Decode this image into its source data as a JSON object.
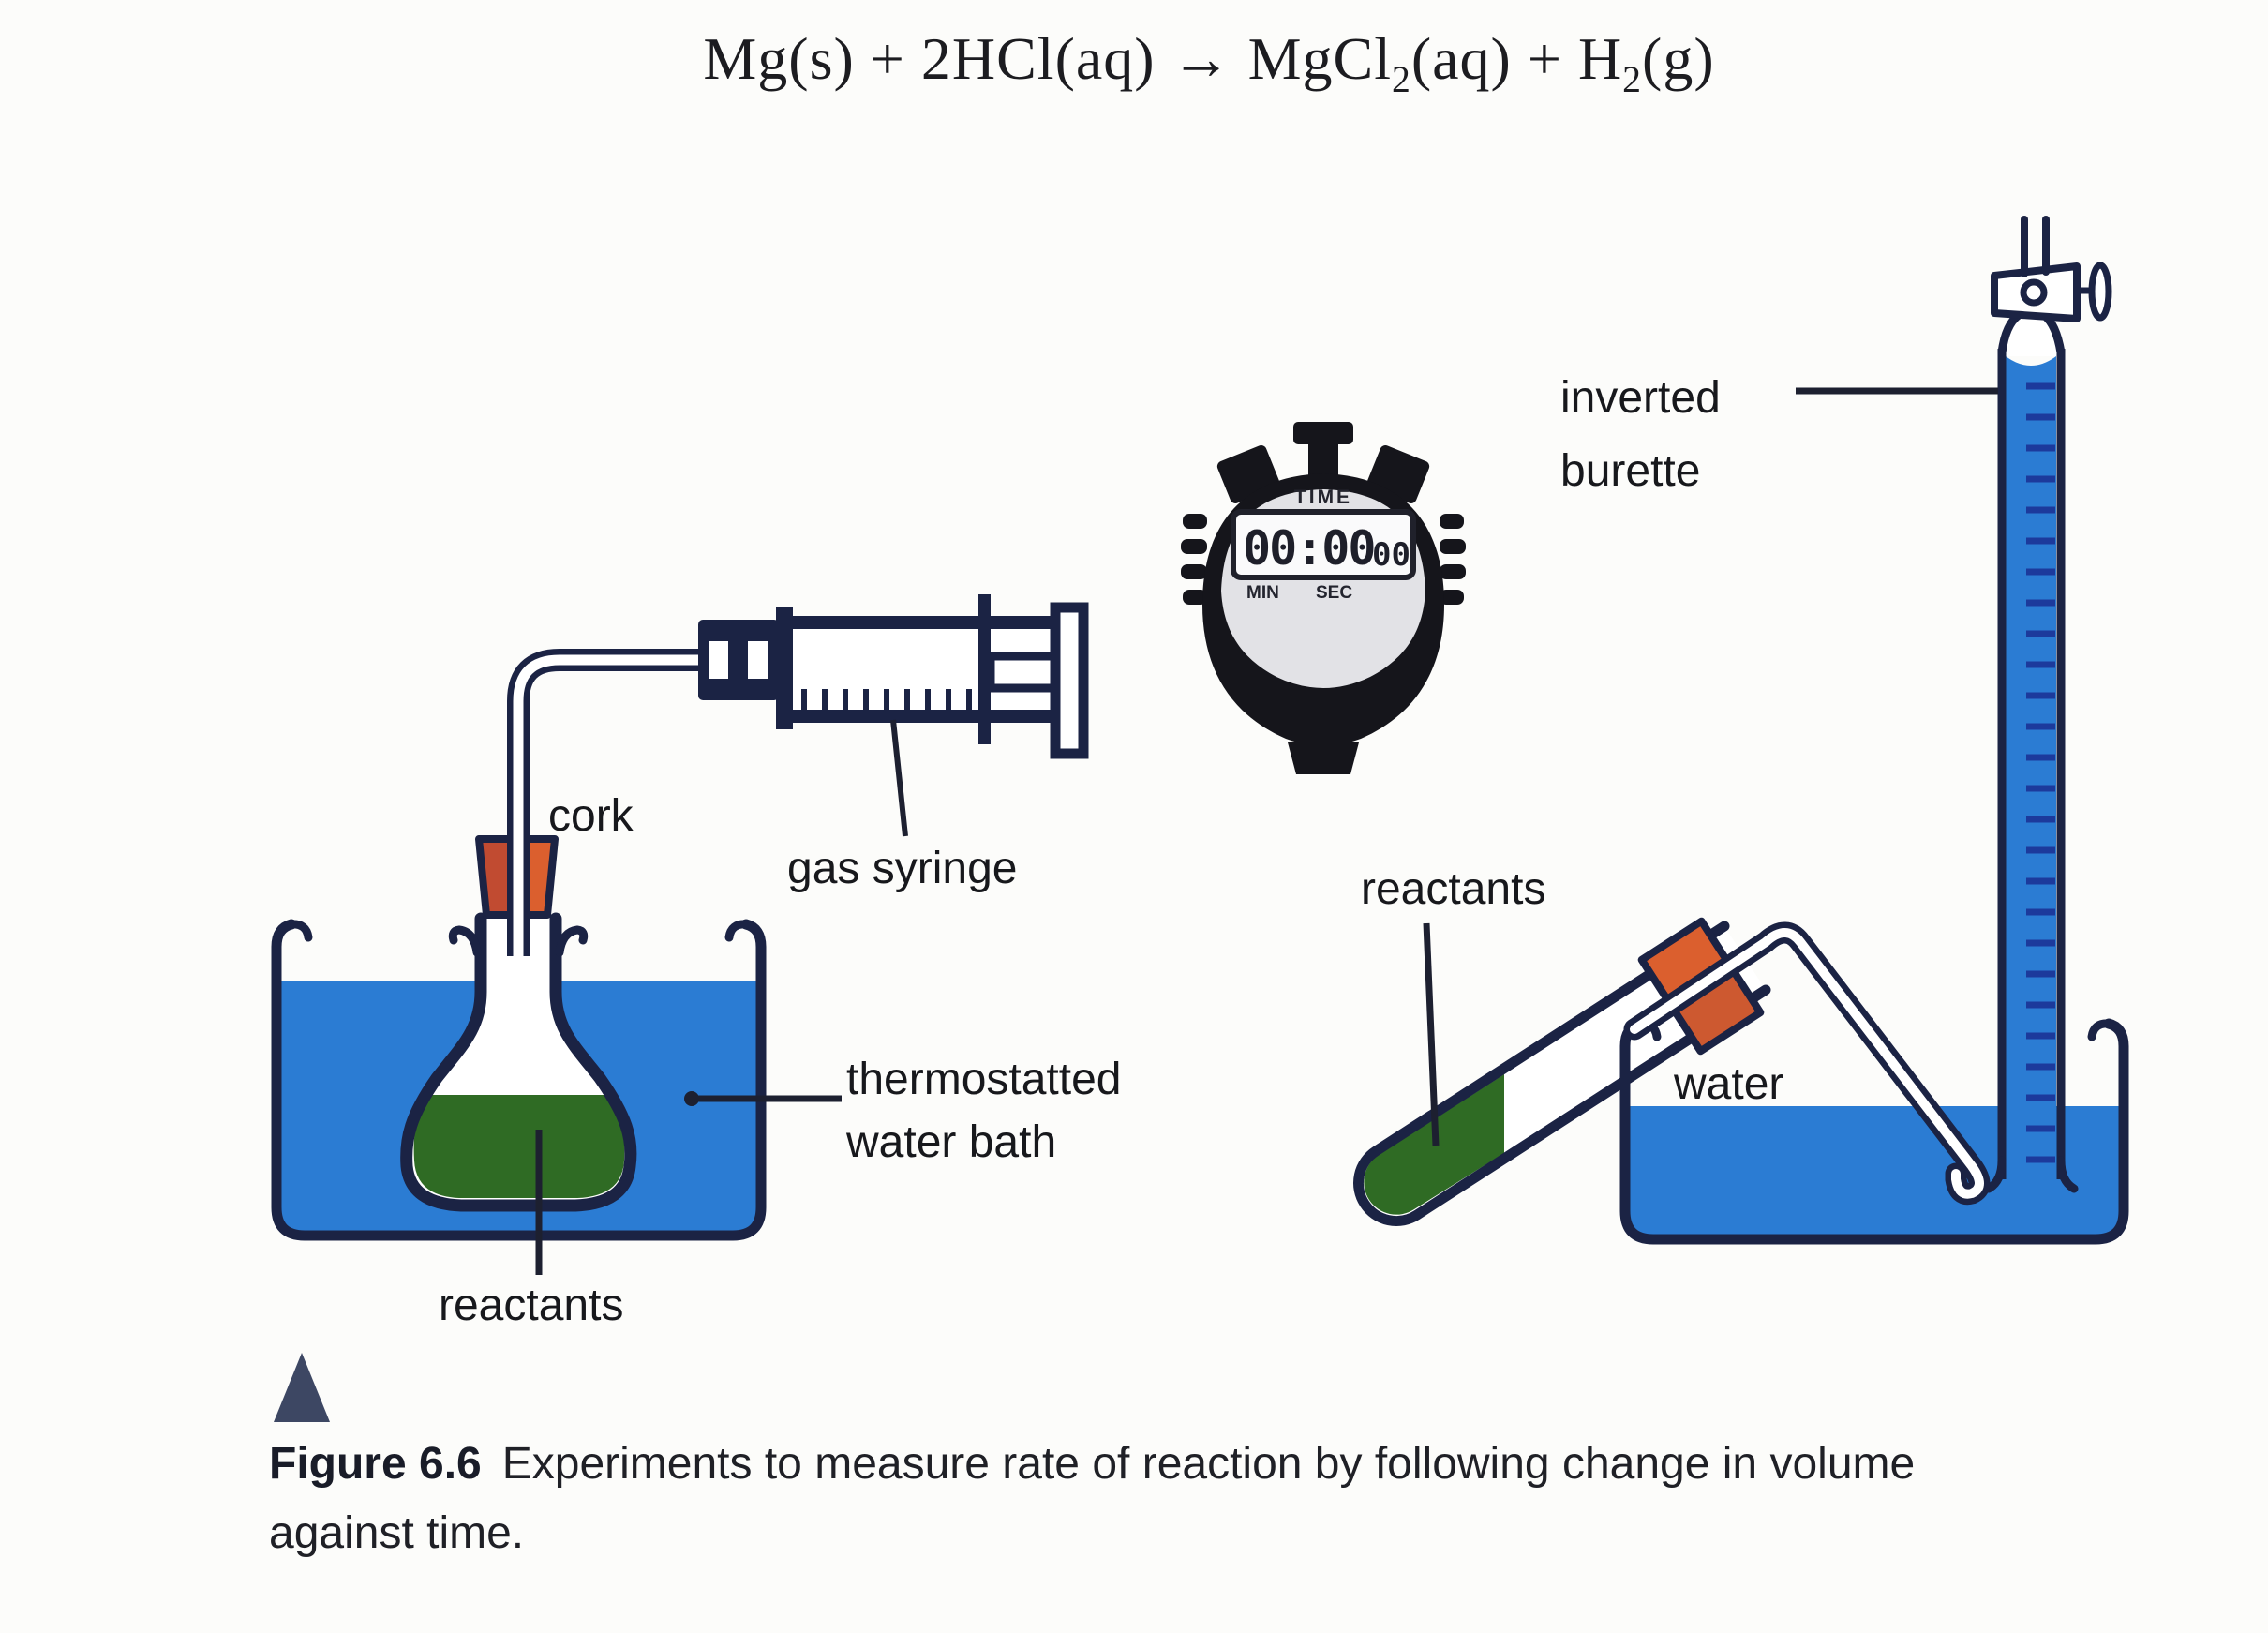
{
  "equation": {
    "prefix": "Mg(s) + 2HCl(aq) → MgCl",
    "sub1": "2",
    "mid": "(aq) + H",
    "sub2": "2",
    "suffix": "(g)"
  },
  "labels": {
    "cork": "cork",
    "gas_syringe": "gas syringe",
    "water_bath": "thermostatted\nwater bath",
    "reactants_left": "reactants",
    "reactants_right": "reactants",
    "water": "water",
    "inverted_burette": "inverted\nburette"
  },
  "stopwatch": {
    "mode": "TIME",
    "main": "00:00",
    "fraction": "00",
    "min": "MIN",
    "sec": "SEC"
  },
  "caption": {
    "figure_label": "Figure 6.6",
    "text": "Experiments to measure rate of reaction by following change in volume",
    "text_line2": "against time."
  },
  "colors": {
    "water_blue": "#2b7cd3",
    "outline_navy": "#1b2344",
    "reactant_green": "#2f6b24",
    "cork_orange": "#db5f2e",
    "cork_orange_dark": "#c14b31",
    "burette_tick_blue": "#1c3a9c",
    "stopwatch_black": "#15151b",
    "stopwatch_silver": "#e2e2e6",
    "caption_marker": "#3d4763"
  }
}
